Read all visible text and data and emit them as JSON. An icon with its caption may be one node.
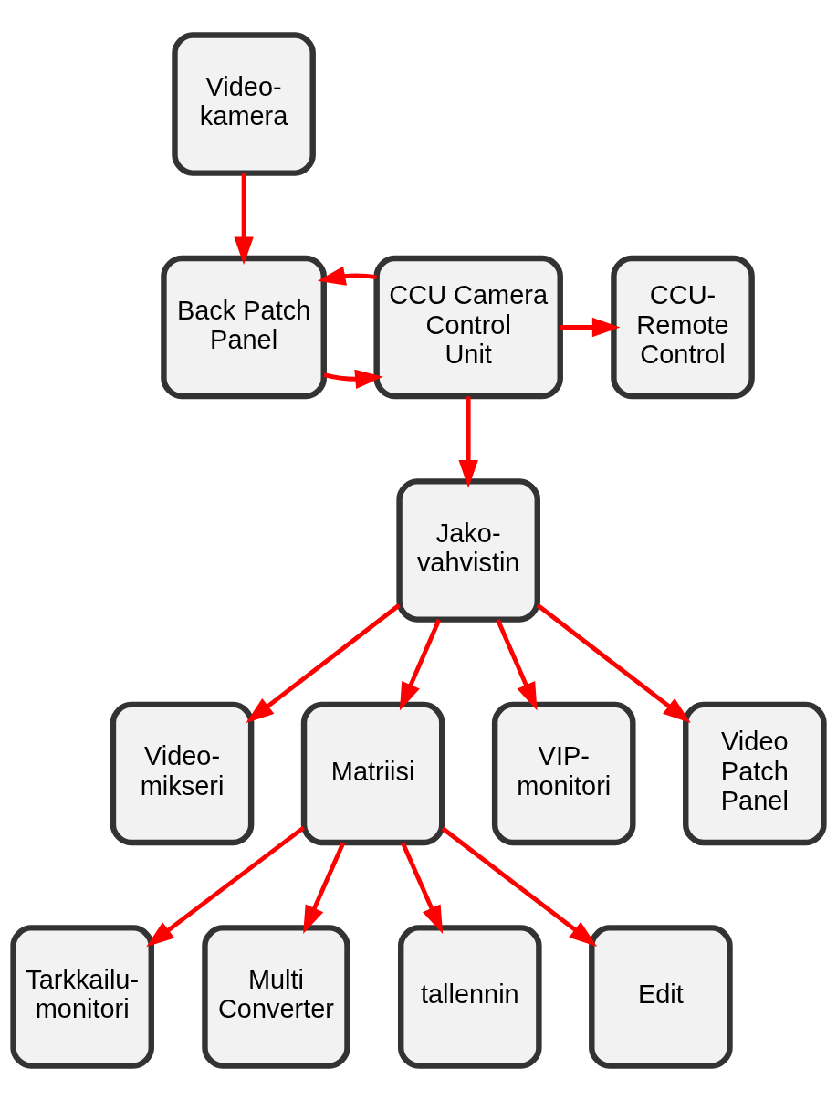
{
  "diagram": {
    "nodes": [
      {
        "text": [
          "Video- kamera"
        ]
      },
      {
        "text": [
          "Back Patch Panel"
        ]
      },
      {
        "text": [
          "CCU Camera Control Unit"
        ]
      },
      {
        "text": [
          "CCU- Remote Control"
        ]
      },
      {
        "text": [
          "Jako- vahvistin"
        ]
      },
      {
        "text": [
          "Video- mikseri"
        ]
      },
      {
        "text": [
          "Matriisi"
        ]
      },
      {
        "text": [
          "VIP- monitori"
        ]
      },
      {
        "text": [
          "Video Patch Panel"
        ]
      },
      {
        "text": [
          "Tarkkailu- monitori"
        ]
      },
      {
        "text": [
          "Multi Converter"
        ]
      },
      {
        "text": [
          "tallennin"
        ]
      },
      {
        "text": [
          "Edit"
        ]
      }
    ],
    "edges": [
      {
        "from": 0,
        "to": 1,
        "arrow": "to"
      },
      {
        "from": 1,
        "to": 2,
        "arrow": "to"
      },
      {
        "from": 2,
        "to": 1,
        "arrow": "to"
      },
      {
        "from": 2,
        "to": 3,
        "arrow": "to"
      },
      {
        "from": 2,
        "to": 4,
        "arrow": "to"
      },
      {
        "from": 4,
        "to": 5,
        "arrow": "to"
      },
      {
        "from": 4,
        "to": 6,
        "arrow": "to"
      },
      {
        "from": 4,
        "to": 7,
        "arrow": "to"
      },
      {
        "from": 4,
        "to": 8,
        "arrow": "to"
      },
      {
        "from": 6,
        "to": 9,
        "arrow": "to"
      },
      {
        "from": 6,
        "to": 10,
        "arrow": "to"
      },
      {
        "from": 6,
        "to": 11,
        "arrow": "to"
      },
      {
        "from": 6,
        "to": 12,
        "arrow": "to"
      }
    ]
  }
}
